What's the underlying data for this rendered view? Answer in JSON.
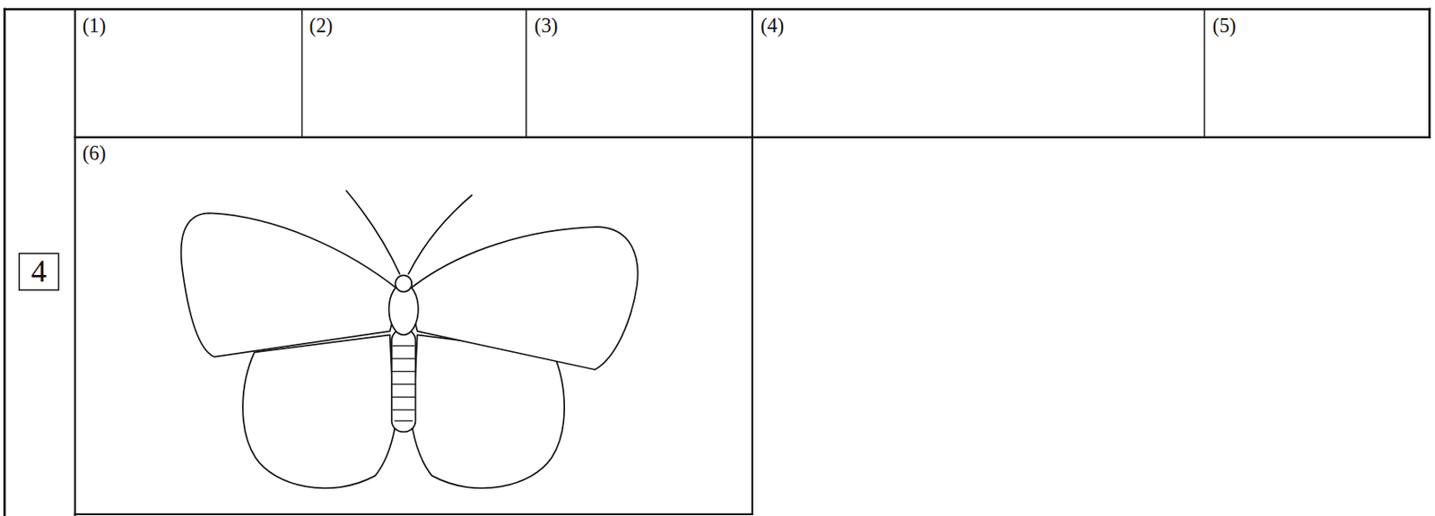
{
  "diagram": {
    "labels": [
      "4",
      "(1)",
      "(2)",
      "(3)",
      "(4)",
      "(5)",
      "(6)"
    ]
  }
}
